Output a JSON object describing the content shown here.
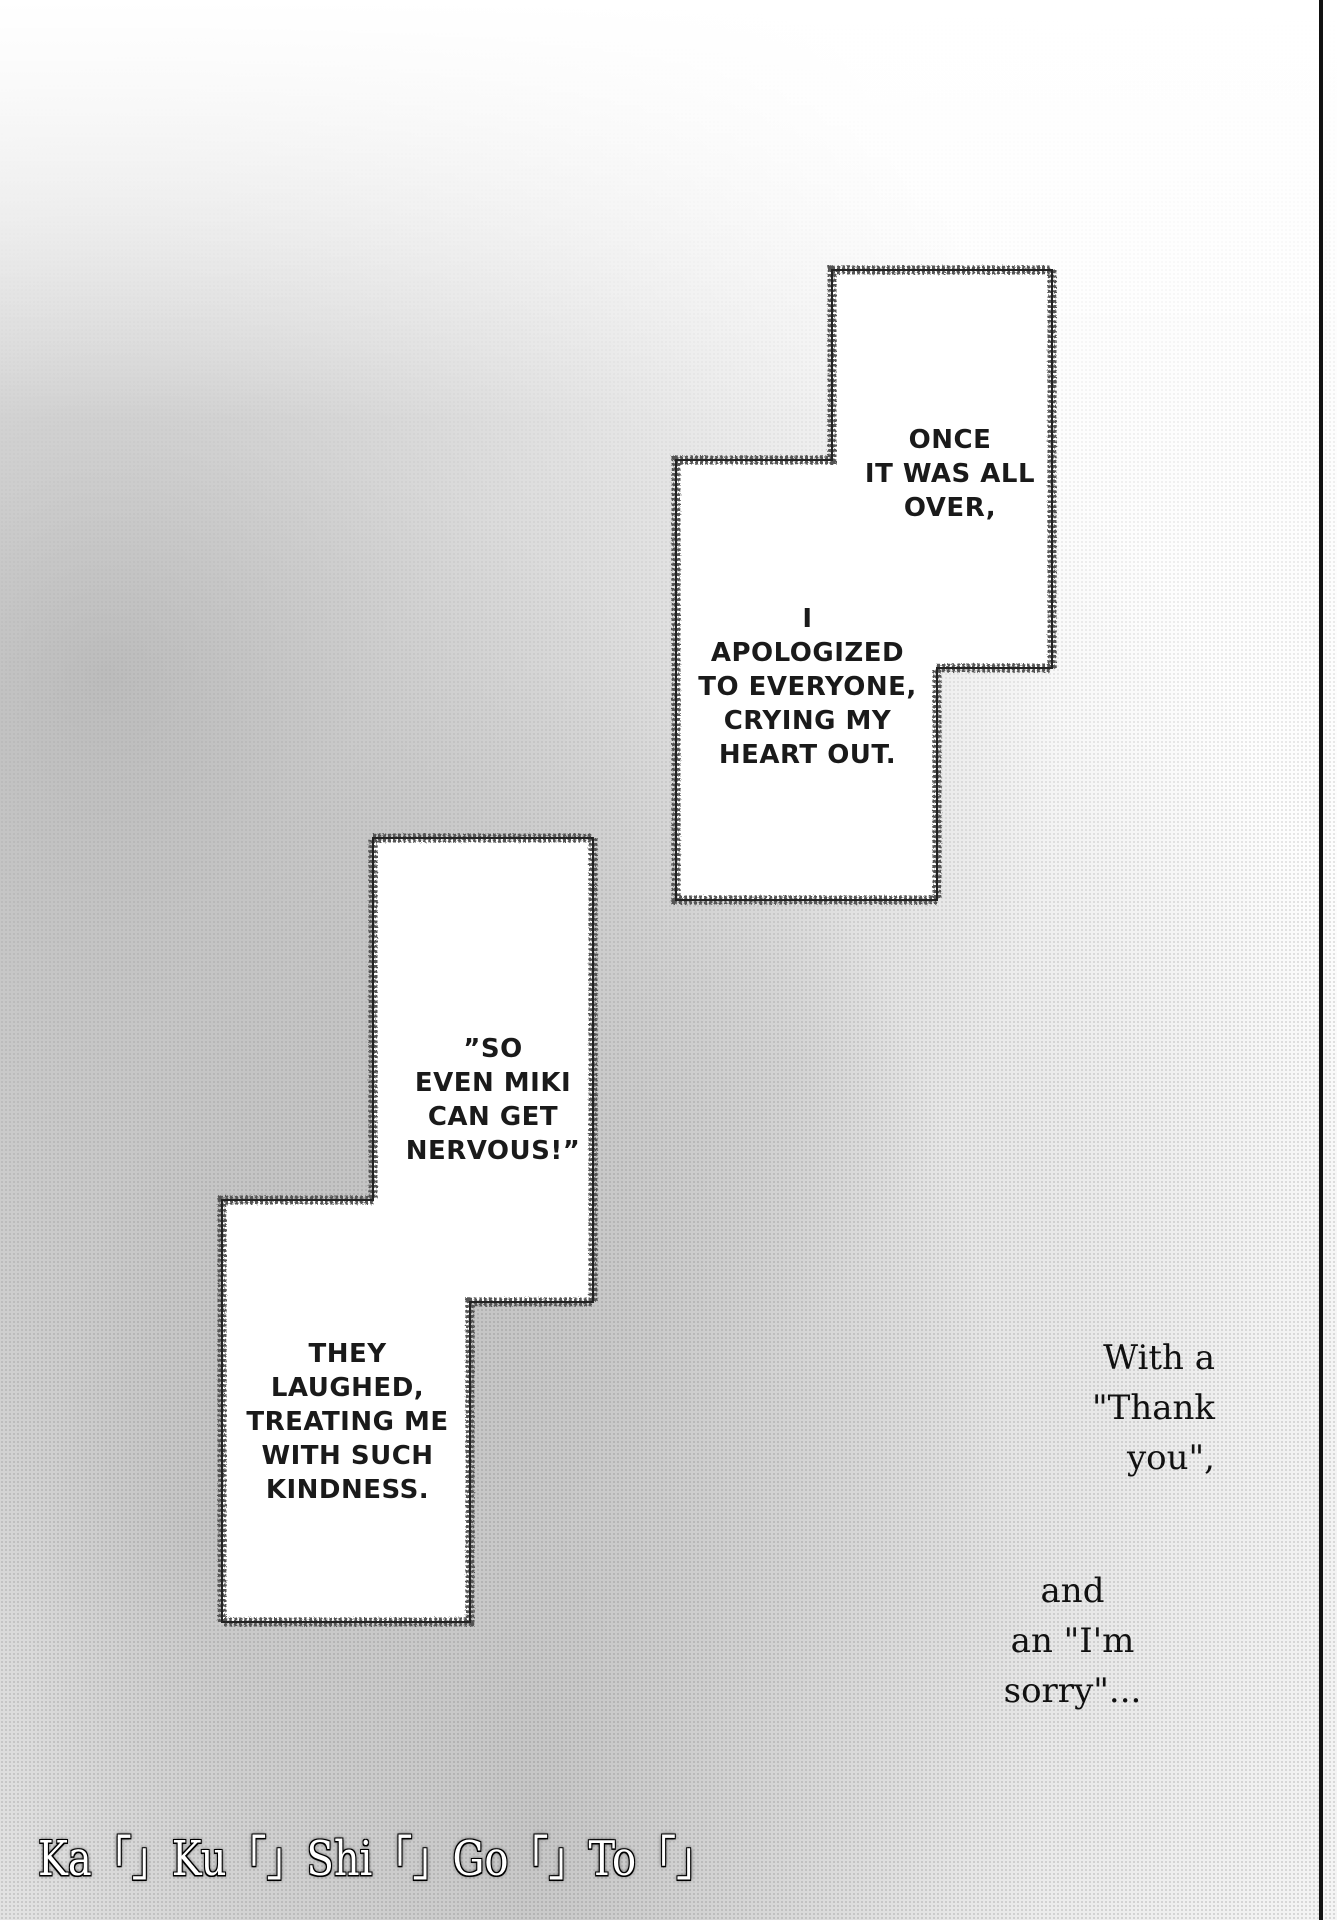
{
  "captions": {
    "box1": {
      "top_lines": [
        "ONCE",
        "IT WAS ALL",
        "OVER,"
      ],
      "bottom_lines": [
        "I",
        "APOLOGIZED",
        "TO EVERYONE,",
        "CRYING MY",
        "HEART OUT."
      ]
    },
    "box2": {
      "top_lines": [
        "”SO",
        "EVEN MIKI",
        "CAN GET",
        "NERVOUS!”"
      ],
      "bottom_lines": [
        "THEY",
        "LAUGHED,",
        "TREATING ME",
        "WITH SUCH",
        "KINDNESS."
      ]
    }
  },
  "narration": {
    "thanks_lines": [
      "With a",
      "\"Thank",
      "you\","
    ],
    "sorry_lines": [
      "and",
      "an \"I'm",
      "sorry\"..."
    ]
  },
  "credit": "Ka「」Ku「」Shi「」Go「」To「」"
}
